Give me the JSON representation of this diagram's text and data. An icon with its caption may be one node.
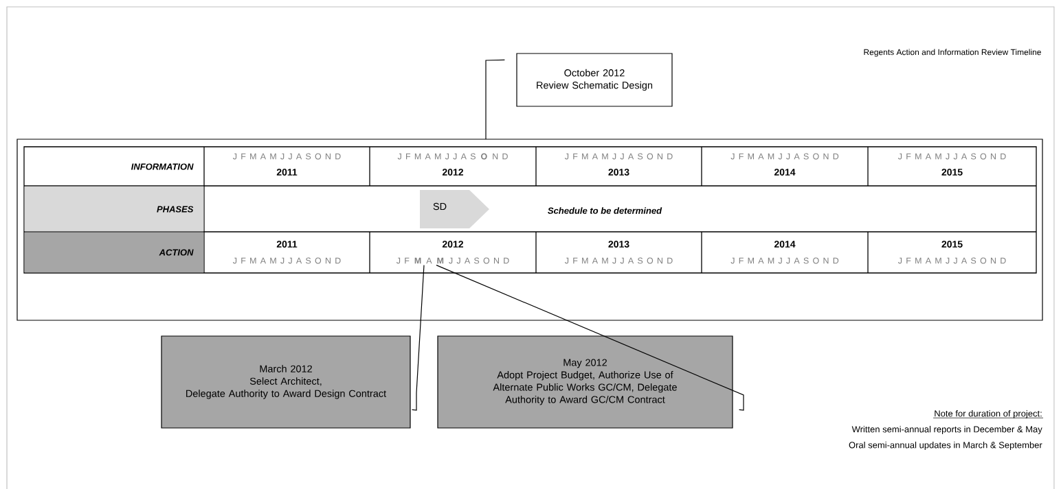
{
  "diagram": {
    "title": "Regents Action and Information Review Timeline",
    "nodes": [
      {
        "text": [
          "October 2012",
          "Review Schematic Design"
        ]
      },
      {
        "text": [
          "March 2012",
          "Select Architect,",
          "Delegate Authority to Award Design Contract"
        ]
      },
      {
        "text": [
          "May 2012",
          "Adopt Project Budget, Authorize Use of Alternate Public Works GC/CM, Delegate Authority to Award GC/CM Contract"
        ]
      },
      {
        "text": [
          "SD"
        ]
      },
      {
        "text": [
          "J F **M** A **M** J J A S O N D"
        ]
      }
    ],
    "edges": [
      {
        "from": 0,
        "to": null,
        "arrow": "none"
      },
      {
        "from": 1,
        "to": 4,
        "arrow": "none"
      },
      {
        "from": 2,
        "to": 4,
        "arrow": "none"
      }
    ],
    "labels": [
      "INFORMATION",
      "J F M A M J J A S O N D",
      "2011",
      "J F M A M J J A S **O** N D",
      "2012",
      "J F M A M J J A S O N D",
      "2013",
      "J F M A M J J A S O N D",
      "2014",
      "J F M A M J J A S O N D",
      "2015",
      "PHASES",
      "Schedule to be determined",
      "ACTION",
      "2011",
      "J F M A M J J A S O N D",
      "2012",
      "2013",
      "J F M A M J J A S O N D",
      "2014",
      "J F M A M J J A S O N D",
      "2015",
      "J F M A M J J A S O N D",
      "Note for duration of project:",
      "Written semi-annual reports in December & May",
      "Oral semi-annual updates in March & September"
    ]
  }
}
